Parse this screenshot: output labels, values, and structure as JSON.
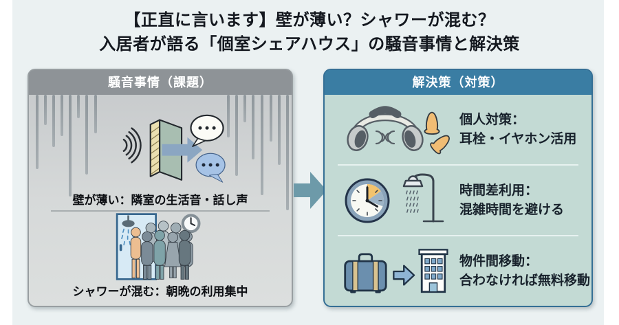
{
  "title": {
    "line1": "【正直に言います】壁が薄い？シャワーが混む？",
    "line2": "入居者が語る「個室シェアハウス」の騒音事情と解決策"
  },
  "left_panel": {
    "header": "騒音事情（課題）",
    "items": [
      {
        "icon": "thin-wall-speech-icon",
        "caption": "壁が薄い：隣室の生活音・話し声"
      },
      {
        "icon": "shower-crowd-clock-icon",
        "caption": "シャワーが混む：朝晩の利用集中"
      }
    ]
  },
  "right_panel": {
    "header": "解決策（対策）",
    "items": [
      {
        "icon": "headphones-earplugs-icon",
        "line1": "個人対策：",
        "line2": "耳栓・イヤホン活用"
      },
      {
        "icon": "clock-shower-icon",
        "line1": "時間差利用：",
        "line2": "混雑時間を避ける"
      },
      {
        "icon": "suitcase-building-icon",
        "line1": "物件間移動：",
        "line2": "合わなければ無料移動"
      }
    ]
  },
  "colors": {
    "background": "#ebf1f2",
    "problem_header": "#8e9397",
    "problem_body": "#d3d6d7",
    "solution_header": "#3a7da3",
    "solution_body": "#c3dad4",
    "solution_border": "#356f95",
    "mid_arrow": "#6d9aa9",
    "title_text": "#14181f",
    "accent_orange": "#f2c36d",
    "accent_blue": "#8ba6c2"
  }
}
